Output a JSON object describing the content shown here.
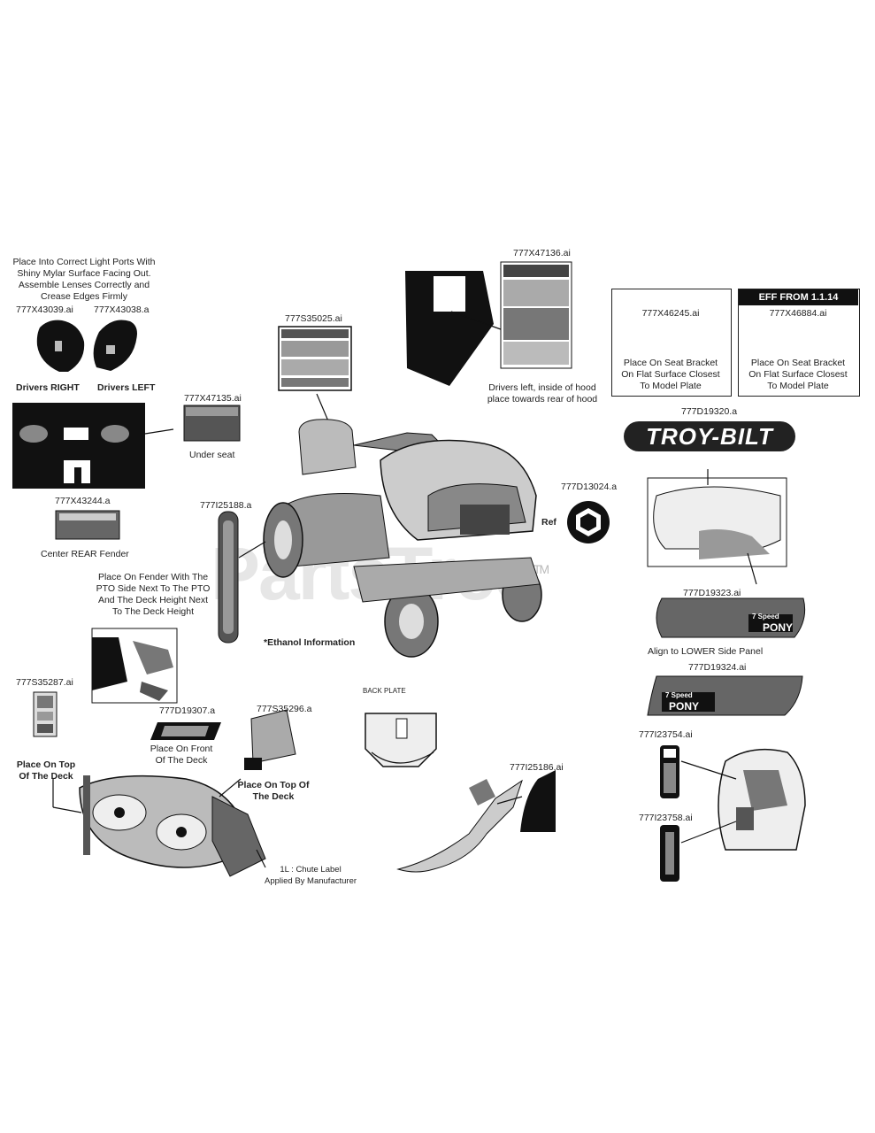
{
  "watermark": {
    "text": "PartsTree",
    "tm": "TM"
  },
  "labels": {
    "lens_note": [
      "Place Into Correct Light Ports With",
      "Shiny Mylar Surface Facing Out.",
      "Assemble Lenses Correctly and",
      "Crease Edges Firmly"
    ],
    "p_777X43039": "777X43039.ai",
    "p_777X43038": "777X43038.a",
    "drivers_right": "Drivers RIGHT",
    "drivers_left": "Drivers LEFT",
    "p_777X47135": "777X47135.ai",
    "under_seat": "Under seat",
    "p_777X43244": "777X43244.a",
    "center_rear_fender": "Center REAR Fender",
    "p_777S35025": "777S35025.ai",
    "p_777X47136": "777X47136.ai",
    "drivers_left_hood": [
      "Drivers left, inside of hood",
      "place towards rear of hood"
    ],
    "p_777X46245": "777X46245.ai",
    "seat_bracket_1": [
      "Place On Seat Bracket",
      "On Flat Surface Closest",
      "To Model Plate"
    ],
    "eff_from": "EFF FROM 1.1.14",
    "p_777X46884": "777X46884.ai",
    "seat_bracket_2": [
      "Place On Seat Bracket",
      "On Flat Surface Closest",
      "To Model Plate"
    ],
    "p_777D19320": "777D19320.a",
    "troy_bilt": "TROY-BILT",
    "p_777D13024": "777D13024.a",
    "ref": "Ref",
    "p_777I25188": "777I25188.a",
    "fender_note": [
      "Place On Fender With The",
      "PTO Side Next To The PTO",
      "And The Deck Height Next",
      "To The Deck Height"
    ],
    "ethanol_info": "*Ethanol Information",
    "p_777D19323": "777D19323.ai",
    "seven_speed": "7 Speed",
    "pony": "PONY",
    "align_lower": "Align to LOWER Side Panel",
    "p_777D19324": "777D19324.ai",
    "p_777S35287": "777S35287.ai",
    "p_777D19307": "777D19307.a",
    "p_777S35296": "777S35296.a",
    "place_front_deck": [
      "Place On Front",
      "Of The Deck"
    ],
    "place_top_deck_left": [
      "Place On Top",
      "Of The Deck"
    ],
    "place_top_deck_mid": [
      "Place On Top Of",
      "The Deck"
    ],
    "back_plate": "BACK PLATE",
    "p_777I25186": "777I25186.ai",
    "p_777I23754": "777I23754.ai",
    "p_777I23758": "777I23758.ai",
    "chute_label": [
      "1L  : Chute Label",
      "Applied By Manufacturer"
    ]
  }
}
